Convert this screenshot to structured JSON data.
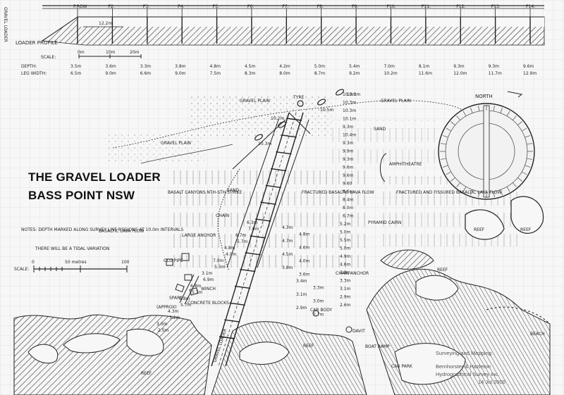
{
  "title": {
    "line1": "THE GRAVEL LOADER",
    "line2": "BASS POINT  NSW"
  },
  "profile": {
    "label": "LOADER PROFILE",
    "piers": [
      "P.ROW",
      "P2.",
      "P3.",
      "P4.",
      "P5.",
      "P6.",
      "P7.",
      "P8.",
      "P9.",
      "P10.",
      "P11.",
      "P12.",
      "P13.",
      "P14."
    ],
    "height_label": "12.2m",
    "scale_label": "SCALE:",
    "scale_ticks": [
      "0m",
      "10m",
      "20m"
    ],
    "depth_label": "DEPTH:",
    "depths": [
      "3.5m",
      "3.6m",
      "3.3m",
      "3.8m",
      "4.8m",
      "4.5m",
      "4.2m",
      "5.0m",
      "5.4m",
      "7.0m",
      "8.1m",
      "9.3m",
      "9.3m",
      "9.6m"
    ],
    "leg_label": "LEG WIDTH:",
    "leg_widths": [
      "6.5m",
      "9.0m",
      "6.6m",
      "9.0m",
      "7.5m",
      "8.3m",
      "8.0m",
      "8.7m",
      "9.2m",
      "10.2m",
      "11.6m",
      "12.0m",
      "11.7m",
      "12.9m"
    ]
  },
  "map": {
    "labels": {
      "north": "NORTH",
      "gravel_plain_top": "GRAVEL PLAIN",
      "gravel_plain_right": "GRAVEL PLAIN",
      "gravel_plain_left": "GRAVEL PLAIN",
      "tyre": "TYRE",
      "sand1": "SAND",
      "sand2": "SAND",
      "amphitheatre": "AMPHITHEATRE",
      "basalt_canyons": "BASALT CANYONS NTH-STH STRIKE",
      "fractured_basaltic": "FRACTURED BASALTIC LAVA FLOW",
      "fractured_fissured": "FRACTURED AND FISSURED BASALTIC LAVA FLOW",
      "notes1": "NOTES: DEPTH MARKED ALONG SURVEY LINE REGIONS AT 10.0m INTERVALS",
      "notes2": "THERE WILL BE A TIDAL VARIATION",
      "basaltic_lava_flow": "BASALTIC LAVA FLOW",
      "large_anchor": "LARGE ANCHOR",
      "chain": "CHAIN",
      "old_pipe": "OLD PIPE",
      "winch": "WINCH",
      "spars": "SPARS",
      "concrete_blocks": "CONCRETE BLOCKS",
      "approx": "(APPROX)",
      "pyramid_cairn": "PYRAMID CAIRN",
      "reef1": "REEF",
      "reef2": "REEF",
      "reef3": "REEF",
      "reef4": "REEF",
      "reef5": "REEF",
      "car_body": "CAR BODY",
      "chain_anchor": "CHAIN ANCHOR",
      "davit": "DAVIT",
      "boat_ramp": "BOAT RAMP",
      "car_park": "CAR PARK",
      "beach": "BEACH",
      "gravel_loader": "GRAVEL LOADER",
      "scale": "SCALE:",
      "scale_0": "0",
      "scale_50": "50 metres",
      "scale_100": "100"
    },
    "right_depths": [
      "10.3m",
      "10.3m",
      "10.3m",
      "10.1m",
      "9.3m",
      "10.4m",
      "9.3m",
      "9.9m",
      "9.3m",
      "9.6m",
      "9.6m",
      "9.60",
      "8.6m",
      "8.4m",
      "8.0m",
      "6.7m",
      "5.2m",
      "5.0m",
      "5.5m",
      "5.0m",
      "4.9m",
      "4.6m",
      "3.8m",
      "3.3m",
      "3.1m",
      "2.9m",
      "2.6m"
    ],
    "mid_depths": [
      "4.3m",
      "4.8m",
      "4.7m",
      "4.6m",
      "4.5m",
      "4.0m",
      "3.8m",
      "3.6m",
      "3.4m",
      "3.3m",
      "3.1m",
      "3.0m",
      "2.9m",
      "2.7m"
    ],
    "left_depths": [
      "6.3m",
      "7.0m",
      "6.7m",
      "5.7m",
      "4.8m",
      "4.0m",
      "7.0m",
      "5.3m",
      "3.1m",
      "6.9m",
      "6.8m",
      "5.7m",
      "5.8m",
      "5.7m",
      "4.3m",
      "3.2m",
      "3.0m",
      "2.5m"
    ],
    "top_depths": [
      "10.3m",
      "10.5m",
      "10.2m",
      "10.3m"
    ]
  },
  "credit": {
    "line1": "Surveying and Mapping:",
    "line2": "Bernhorster & Hazleton",
    "line3": "Hydrographical Survey Inc.",
    "line4": "14 Jul 2000"
  },
  "side_text": "GRAVEL LOADER"
}
